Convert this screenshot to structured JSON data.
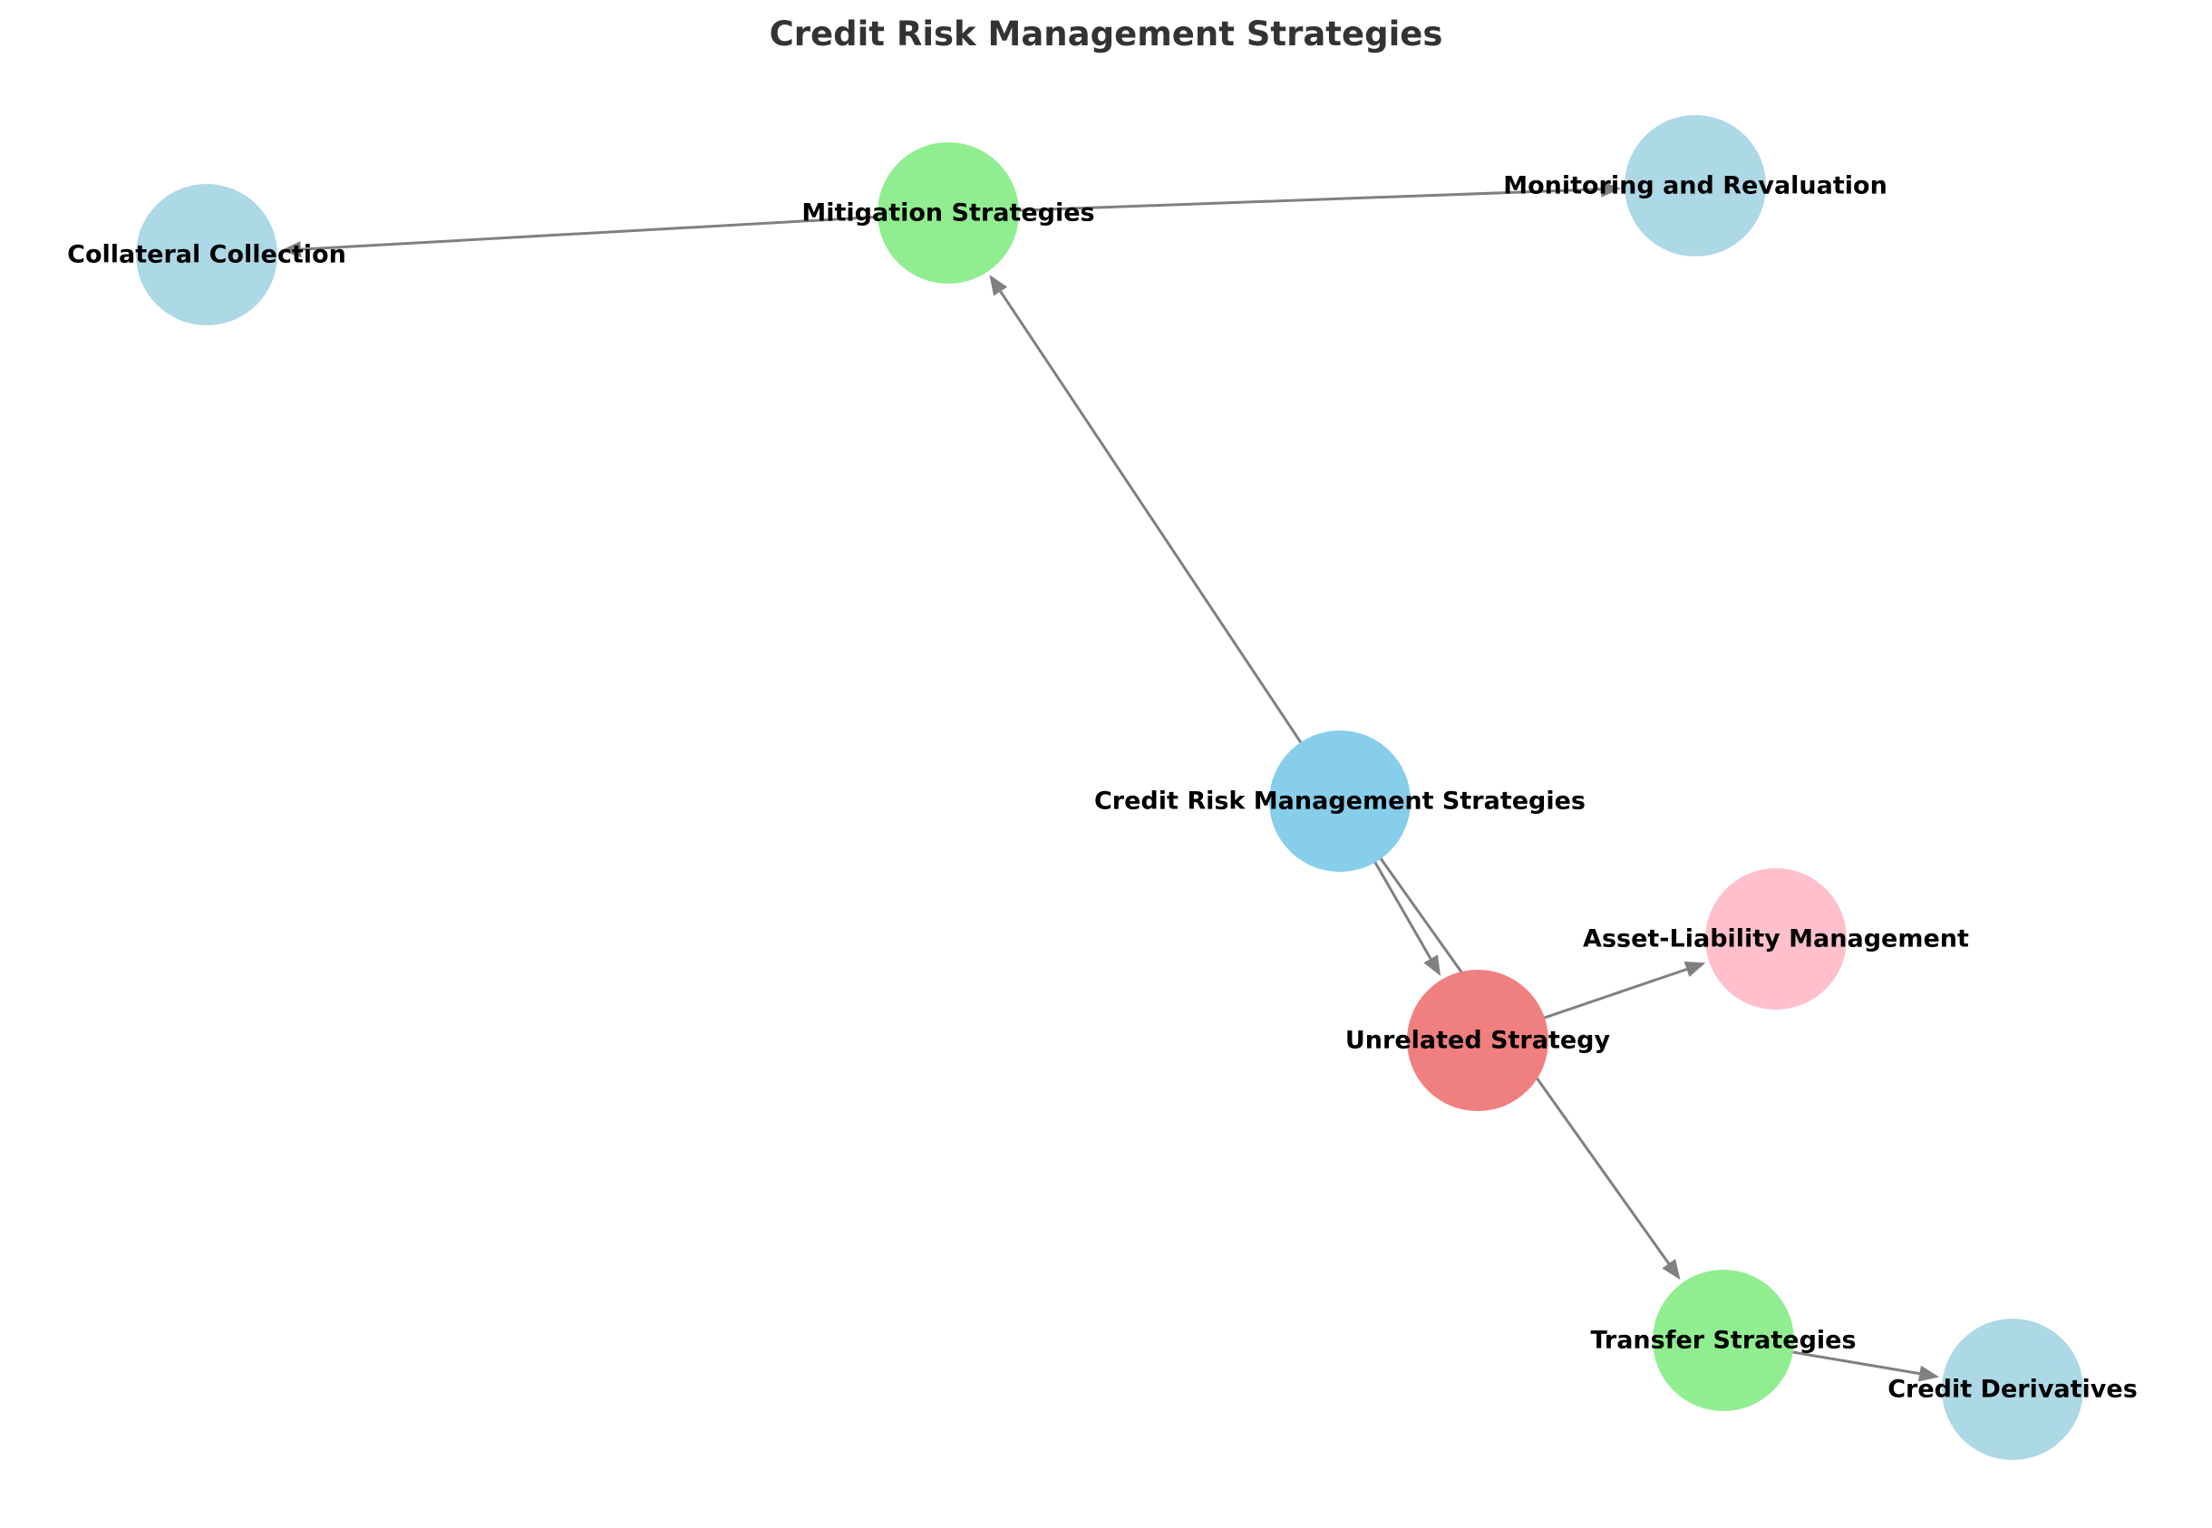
{
  "title": "Credit Risk Management Strategies",
  "colors": {
    "root": "#87CEEB",
    "strategy": "#90EE90",
    "leaf": "#ADD8E6",
    "unrelated": "#F08080",
    "asset_liability": "#FFC0CB",
    "edge": "#808080"
  },
  "nodes": [
    {
      "id": "root",
      "label": "Credit Risk Management Strategies",
      "color_key": "root"
    },
    {
      "id": "mitigation",
      "label": "Mitigation Strategies",
      "color_key": "strategy"
    },
    {
      "id": "collateral",
      "label": "Collateral Collection",
      "color_key": "leaf"
    },
    {
      "id": "monitoring",
      "label": "Monitoring and Revaluation",
      "color_key": "leaf"
    },
    {
      "id": "unrelated",
      "label": "Unrelated Strategy",
      "color_key": "unrelated"
    },
    {
      "id": "alm",
      "label": "Asset-Liability Management",
      "color_key": "asset_liability"
    },
    {
      "id": "transfer",
      "label": "Transfer Strategies",
      "color_key": "strategy"
    },
    {
      "id": "derivatives",
      "label": "Credit Derivatives",
      "color_key": "leaf"
    }
  ],
  "edges": [
    {
      "from": "root",
      "to": "mitigation"
    },
    {
      "from": "root",
      "to": "unrelated"
    },
    {
      "from": "root",
      "to": "transfer"
    },
    {
      "from": "mitigation",
      "to": "collateral"
    },
    {
      "from": "mitigation",
      "to": "monitoring"
    },
    {
      "from": "unrelated",
      "to": "alm"
    },
    {
      "from": "transfer",
      "to": "derivatives"
    }
  ]
}
